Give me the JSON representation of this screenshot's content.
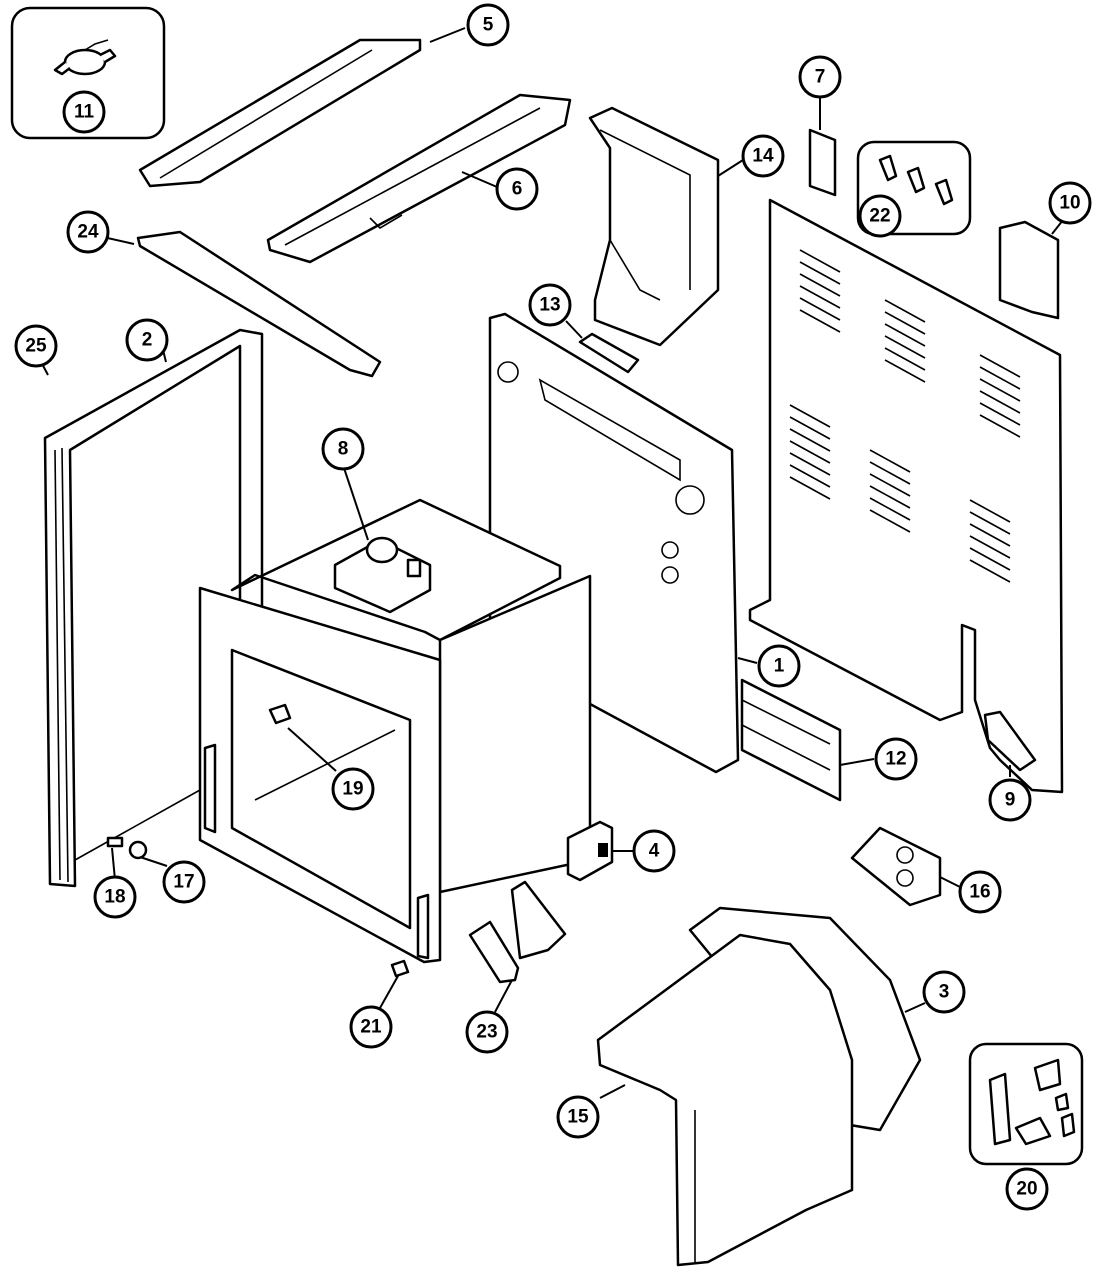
{
  "diagram": {
    "callouts": [
      {
        "id": "part-1",
        "label": "1"
      },
      {
        "id": "part-2",
        "label": "2"
      },
      {
        "id": "part-3",
        "label": "3"
      },
      {
        "id": "part-4",
        "label": "4"
      },
      {
        "id": "part-5",
        "label": "5"
      },
      {
        "id": "part-6",
        "label": "6"
      },
      {
        "id": "part-7",
        "label": "7"
      },
      {
        "id": "part-8",
        "label": "8"
      },
      {
        "id": "part-9",
        "label": "9"
      },
      {
        "id": "part-10",
        "label": "10"
      },
      {
        "id": "part-11",
        "label": "11"
      },
      {
        "id": "part-12",
        "label": "12"
      },
      {
        "id": "part-13",
        "label": "13"
      },
      {
        "id": "part-14",
        "label": "14"
      },
      {
        "id": "part-15",
        "label": "15"
      },
      {
        "id": "part-16",
        "label": "16"
      },
      {
        "id": "part-17",
        "label": "17"
      },
      {
        "id": "part-18",
        "label": "18"
      },
      {
        "id": "part-19",
        "label": "19"
      },
      {
        "id": "part-20",
        "label": "20"
      },
      {
        "id": "part-21",
        "label": "21"
      },
      {
        "id": "part-22",
        "label": "22"
      },
      {
        "id": "part-23",
        "label": "23"
      },
      {
        "id": "part-24",
        "label": "24"
      },
      {
        "id": "part-25",
        "label": "25"
      }
    ]
  }
}
